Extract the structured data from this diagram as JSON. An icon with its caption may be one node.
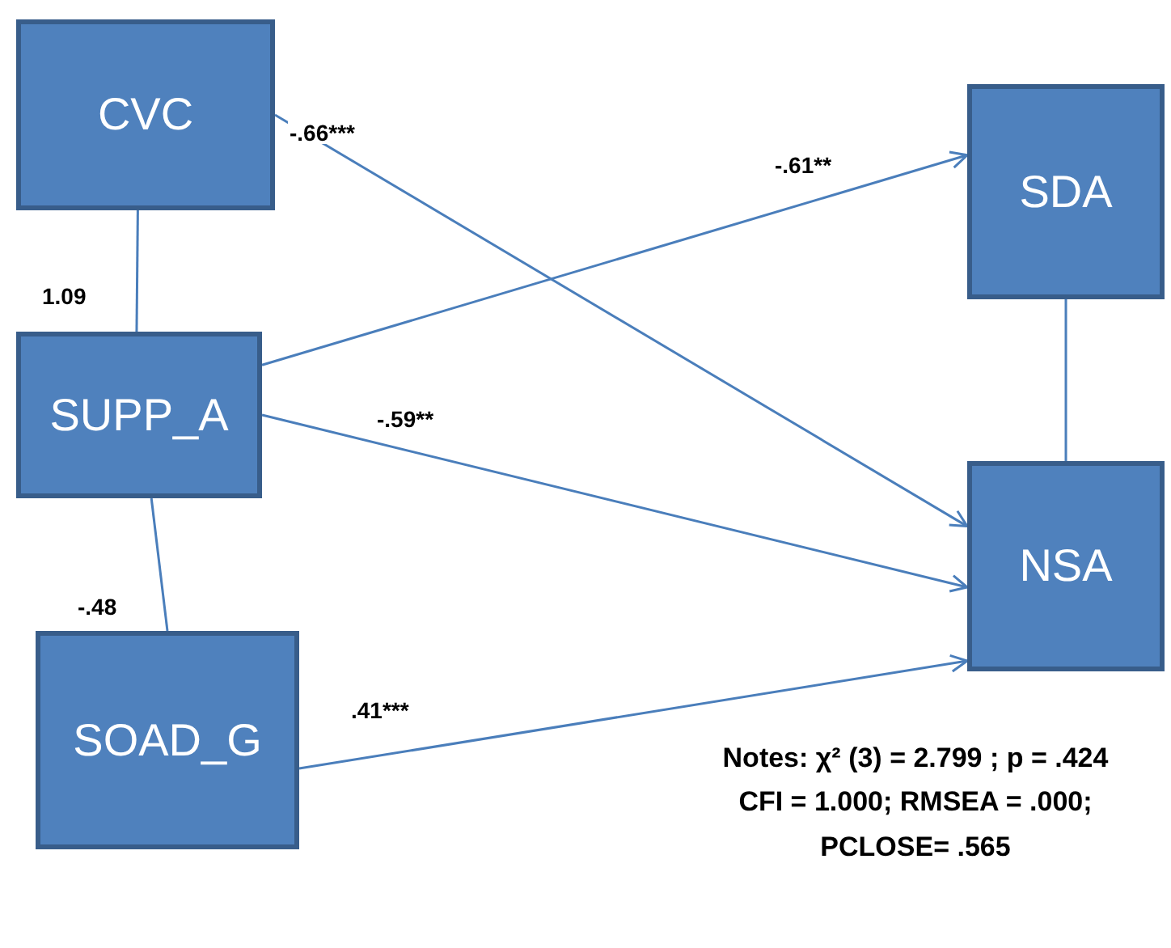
{
  "diagram": {
    "nodes": [
      {
        "text": [
          "CVC"
        ]
      },
      {
        "text": [
          "SUPP_A"
        ]
      },
      {
        "text": [
          "SOAD_G"
        ]
      },
      {
        "text": [
          "SDA"
        ]
      },
      {
        "text": [
          "NSA"
        ]
      }
    ],
    "edges": [
      {
        "from": 0,
        "to": 1,
        "arrow": "none",
        "label": "1.09"
      },
      {
        "from": 0,
        "to": 4,
        "arrow": "to",
        "label": "-.66***"
      },
      {
        "from": 1,
        "to": 3,
        "arrow": "to",
        "label": "-.61**"
      },
      {
        "from": 1,
        "to": 4,
        "arrow": "to",
        "label": "-.59**"
      },
      {
        "from": 1,
        "to": 2,
        "arrow": "none",
        "label": "-.48"
      },
      {
        "from": 2,
        "to": 4,
        "arrow": "to",
        "label": ".41***"
      },
      {
        "from": 3,
        "to": 4,
        "arrow": "none"
      }
    ],
    "labels": [
      "Notes: χ² (3) = 2.799 ; p = .424",
      "CFI = 1.000; RMSEA = .000;",
      "PCLOSE= .565"
    ]
  }
}
